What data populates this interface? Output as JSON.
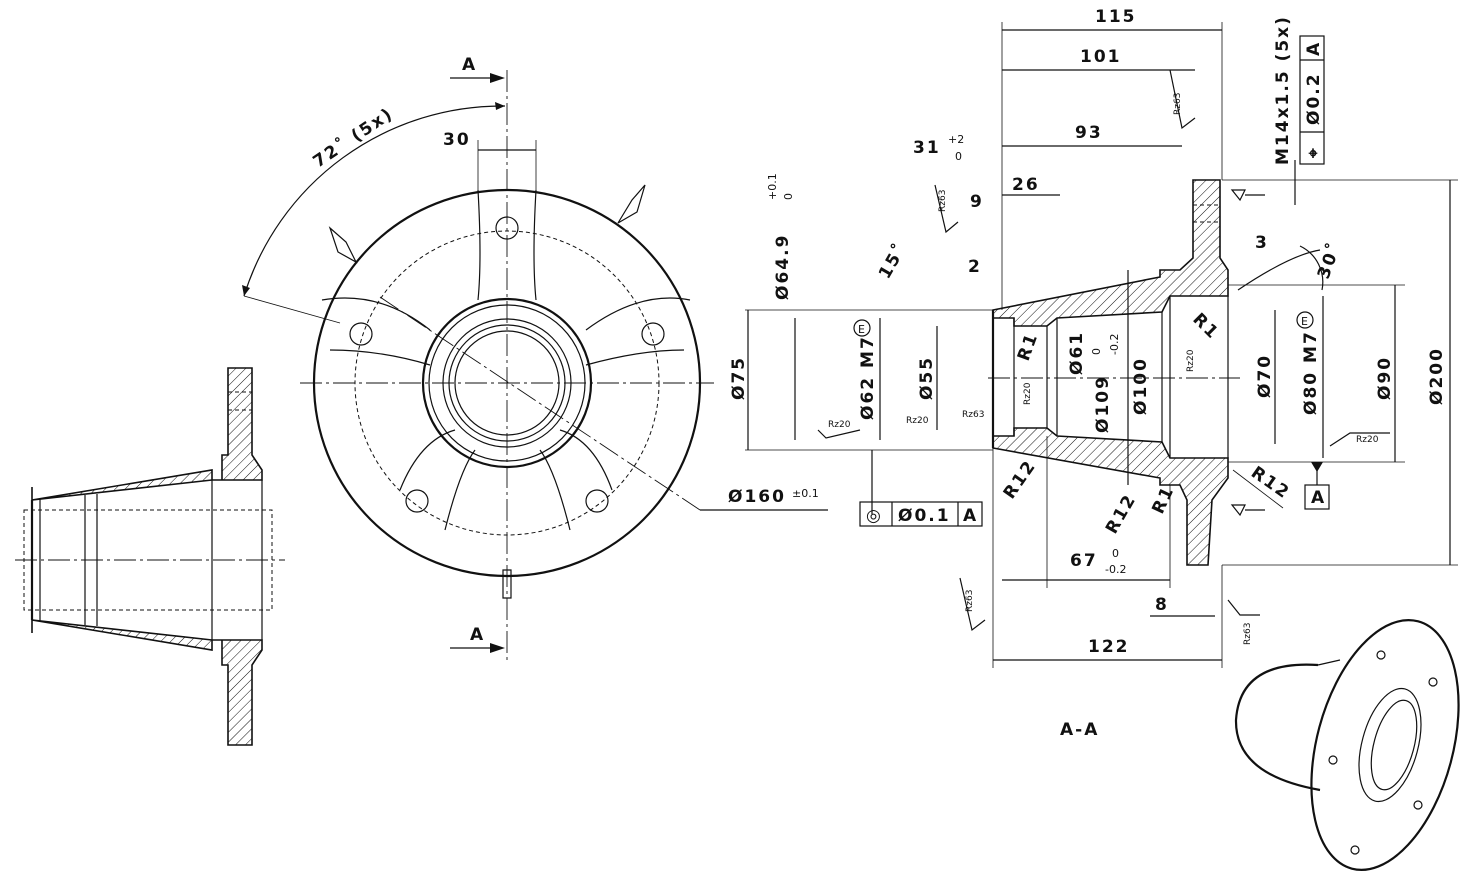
{
  "section_marks": {
    "top": "A",
    "bottom": "A"
  },
  "front_view": {
    "angle_label": "72˚ (5x)",
    "width_30": "30",
    "bolt_circle": "Ø160",
    "bolt_circle_tol": "±0.1"
  },
  "section_view": {
    "title": "A-A",
    "dims_top": [
      "115",
      "101",
      "93",
      "26",
      "9",
      "2",
      "3"
    ],
    "dim_31": "31",
    "dim_31_tol_up": "+2",
    "dim_31_tol_lo": "0",
    "angle_15": "15˚",
    "angle_30": "30˚",
    "d64": "Ø64.9",
    "d64_tol_up": "+0.1",
    "d64_tol_lo": "0",
    "d75": "Ø75",
    "d62": "Ø62 M7",
    "d55": "Ø55",
    "d61": "Ø61",
    "d109": "Ø109",
    "d109_tol_up": "0",
    "d109_tol_lo": "-0.2",
    "d100": "Ø100",
    "d70": "Ø70",
    "d80": "Ø80 M7",
    "d90": "Ø90",
    "d200": "Ø200",
    "envelope": "E",
    "thread": "M14x1.5 (5x)",
    "pos_tol": {
      "sym": "⌖",
      "val": "Ø0.2",
      "datum": "A"
    },
    "conc_tol": {
      "sym": "◎",
      "val": "Ø0.1",
      "datum": "A"
    },
    "datum": "A",
    "radii": {
      "r1": "R1",
      "r12": "R12"
    },
    "dim_67": "67",
    "dim_67_tol_up": "0",
    "dim_67_tol_lo": "-0.2",
    "dim_8": "8",
    "dim_122": "122",
    "rough": {
      "rz63": "Rz63",
      "rz20": "Rz20"
    }
  }
}
